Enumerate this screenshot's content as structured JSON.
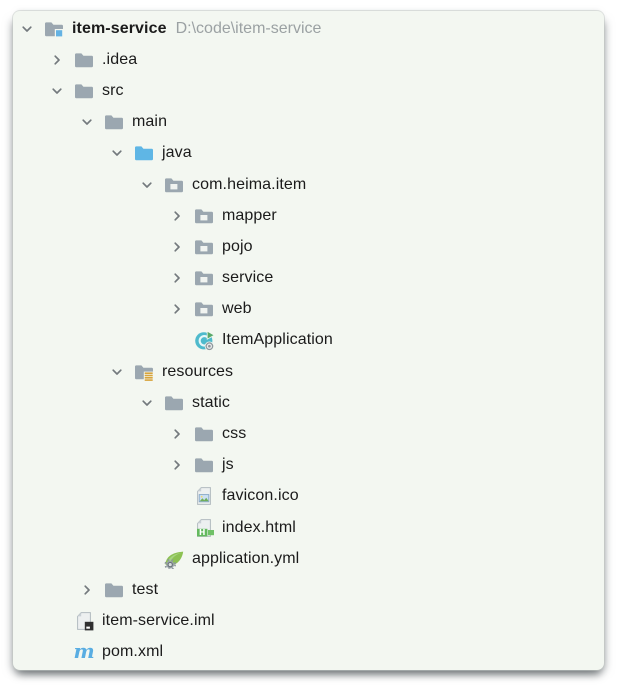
{
  "window": {
    "title": "Project tool window",
    "background": "#f3f7f1"
  },
  "colors": {
    "panel_bg": "#f3f7f1",
    "folder_gray": "#9BA7B0",
    "sources_root_blue": "#5FB6E5",
    "package_square": "#F1F4F1",
    "resources_badge_gold": "#D7A43C",
    "project_badge_blue": "#64B2E3",
    "class_circle_teal": "#4FBACC",
    "run_triangle_green": "#59A869",
    "html_green": "#63B95E",
    "spring_leaf_green": "#8CC152",
    "maven_blue": "#59ADE2",
    "label_text": "#1b1b1b",
    "path_text": "#9ba1a3",
    "chevron_gray": "#73797d"
  },
  "tree": {
    "rows": [
      {
        "label": "item-service",
        "path": "D:\\code\\item-service",
        "level": 0,
        "icon": "project-folder",
        "chevron": "expanded",
        "bold": true
      },
      {
        "label": ".idea",
        "level": 1,
        "icon": "folder",
        "chevron": "collapsed"
      },
      {
        "label": "src",
        "level": 1,
        "icon": "folder",
        "chevron": "expanded"
      },
      {
        "label": "main",
        "level": 2,
        "icon": "folder",
        "chevron": "expanded"
      },
      {
        "label": "java",
        "level": 3,
        "icon": "sources-root-folder",
        "chevron": "expanded"
      },
      {
        "label": "com.heima.item",
        "level": 4,
        "icon": "package",
        "chevron": "expanded"
      },
      {
        "label": "mapper",
        "level": 5,
        "icon": "package",
        "chevron": "collapsed"
      },
      {
        "label": "pojo",
        "level": 5,
        "icon": "package",
        "chevron": "collapsed"
      },
      {
        "label": "service",
        "level": 5,
        "icon": "package",
        "chevron": "collapsed"
      },
      {
        "label": "web",
        "level": 5,
        "icon": "package",
        "chevron": "collapsed"
      },
      {
        "label": "ItemApplication",
        "level": 5,
        "icon": "runnable-class",
        "chevron": "none"
      },
      {
        "label": "resources",
        "level": 3,
        "icon": "resources-folder",
        "chevron": "expanded"
      },
      {
        "label": "static",
        "level": 4,
        "icon": "folder",
        "chevron": "expanded"
      },
      {
        "label": "css",
        "level": 5,
        "icon": "folder",
        "chevron": "collapsed"
      },
      {
        "label": "js",
        "level": 5,
        "icon": "folder",
        "chevron": "collapsed"
      },
      {
        "label": "favicon.ico",
        "level": 5,
        "icon": "image-file",
        "chevron": "none"
      },
      {
        "label": "index.html",
        "level": 5,
        "icon": "html-file",
        "chevron": "none"
      },
      {
        "label": "application.yml",
        "level": 4,
        "icon": "spring-config-file",
        "chevron": "none"
      },
      {
        "label": "test",
        "level": 2,
        "icon": "folder",
        "chevron": "collapsed"
      },
      {
        "label": "item-service.iml",
        "level": 1,
        "icon": "module-file",
        "chevron": "none"
      },
      {
        "label": "pom.xml",
        "level": 1,
        "icon": "maven-file",
        "chevron": "none"
      }
    ]
  }
}
